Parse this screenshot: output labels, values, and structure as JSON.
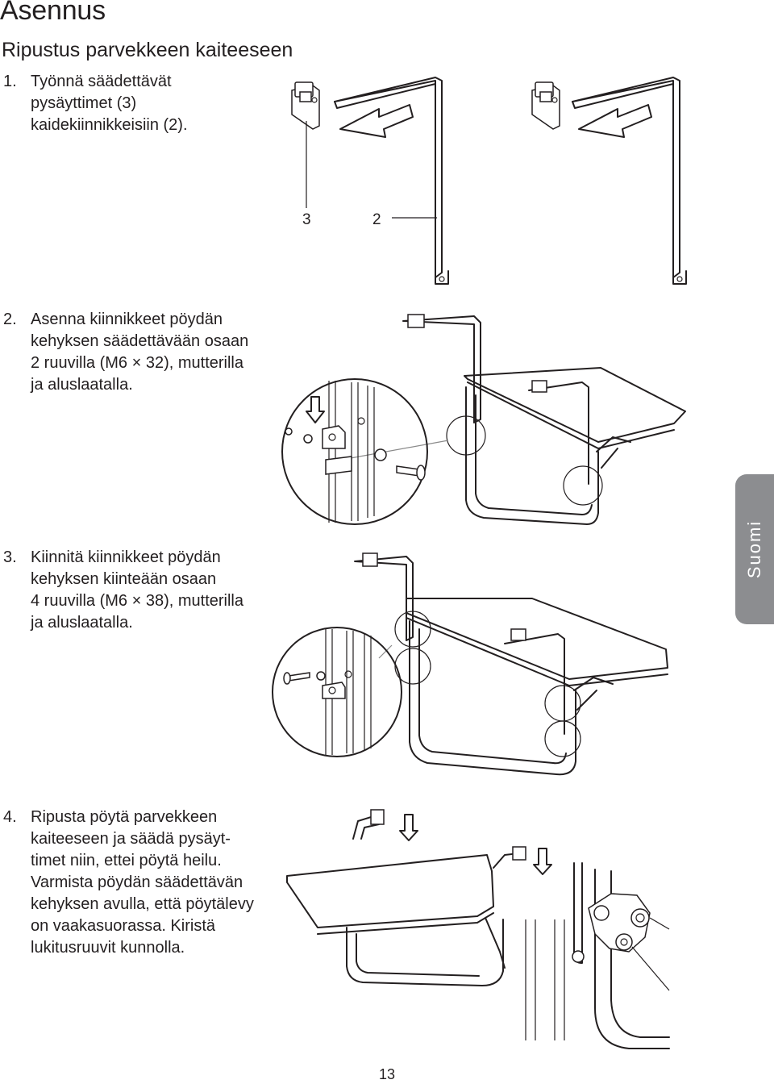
{
  "heading": "Asennus",
  "subheading": "Ripustus parvekkeen kaiteeseen",
  "steps": [
    {
      "number": "1.",
      "lines": [
        "Työnnä säädettävät",
        "pysäyttimet (3)",
        "kaidekiinnikkeisiin (2)."
      ]
    },
    {
      "number": "2.",
      "lines": [
        "Asenna kiinnikkeet pöydän",
        "kehyksen säädettävään osaan",
        "2 ruuvilla (M6 × 32), mutterilla",
        "ja aluslaatalla."
      ]
    },
    {
      "number": "3.",
      "lines": [
        "Kiinnitä kiinnikkeet pöydän",
        "kehyksen kiinteään osaan",
        "4 ruuvilla (M6 × 38), mutterilla",
        "ja aluslaatalla."
      ]
    },
    {
      "number": "4.",
      "lines": [
        "Ripusta pöytä parvekkeen",
        "kaiteeseen ja säädä pysäyt-",
        "timet niin, ettei pöytä heilu.",
        "Varmista pöydän säädettävän",
        "kehyksen avulla, että pöytälevy",
        "on vaakasuorassa. Kiristä",
        "lukitusruuvit kunnolla."
      ]
    }
  ],
  "callouts": {
    "stopper": "3",
    "bracket": "2"
  },
  "side_tab": "Suomi",
  "page_number": "13",
  "colors": {
    "text": "#231f20",
    "tab": "#8c8d90"
  }
}
